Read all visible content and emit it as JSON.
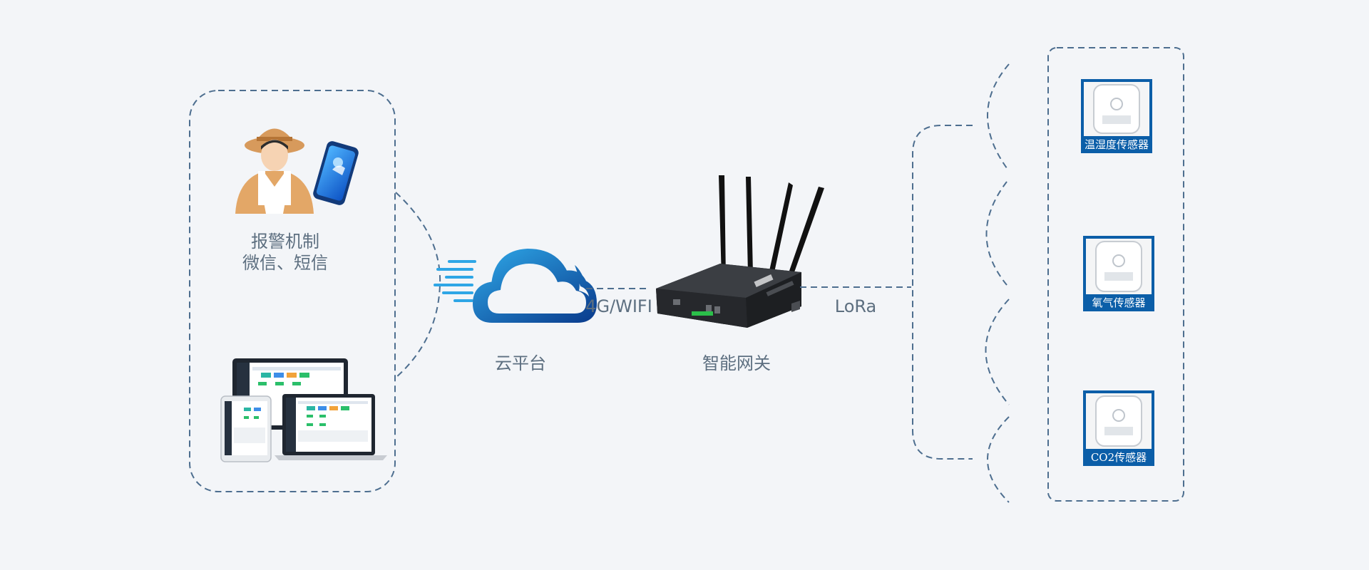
{
  "alarm": {
    "line1": "报警机制",
    "line2": "微信、短信"
  },
  "cloud": {
    "label": "云平台"
  },
  "link_cloud_gateway": {
    "label": "4G/WIFI"
  },
  "gateway": {
    "label": "智能网关"
  },
  "link_gateway_sensors": {
    "label": "LoRa"
  },
  "sensors": [
    {
      "label": "温湿度传感器"
    },
    {
      "label": "氧气传感器"
    },
    {
      "label": "CO2传感器"
    }
  ],
  "colors": {
    "dashed_line": "#4d6e8f",
    "accent": "#0b5ea8",
    "label_text": "#5d6f80",
    "background": "#f3f5f8"
  }
}
